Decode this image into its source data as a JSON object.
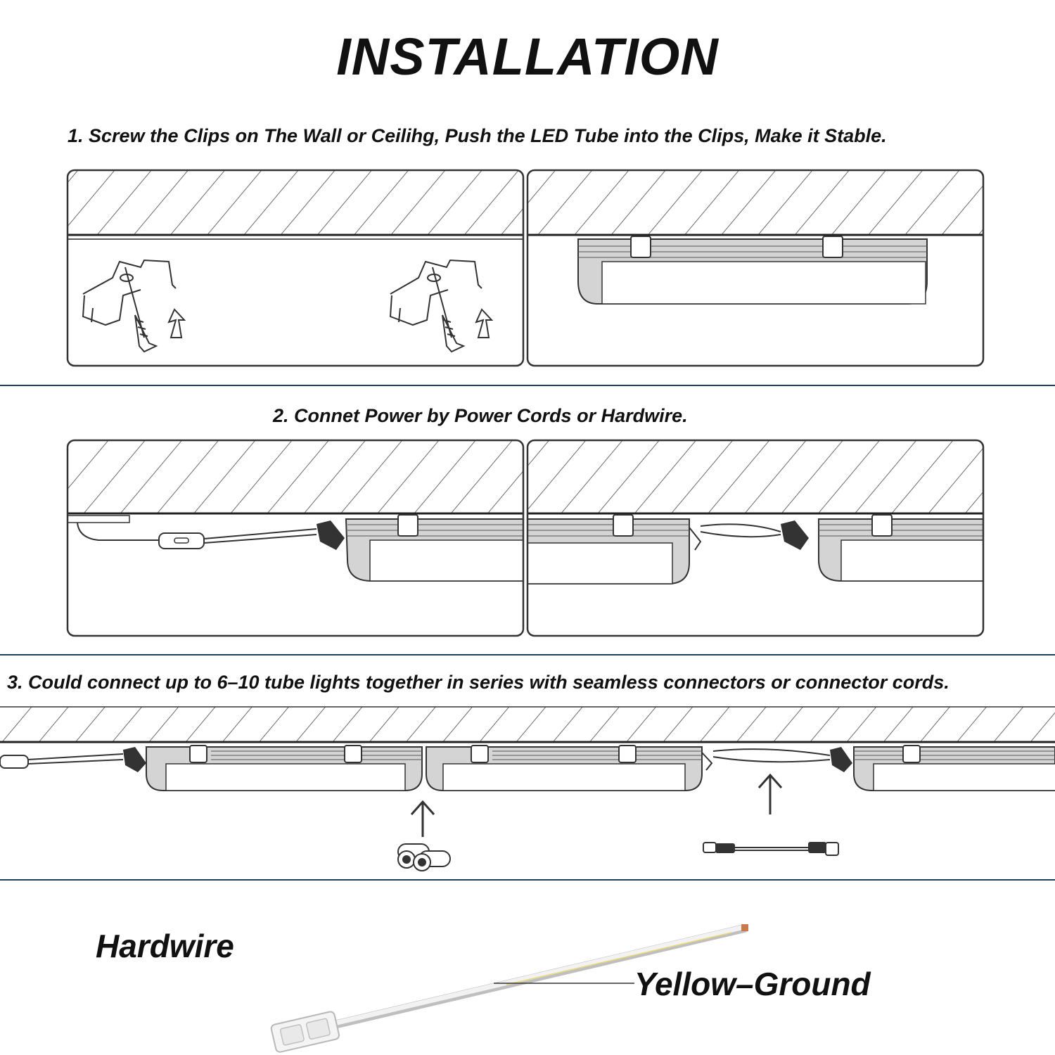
{
  "title": "INSTALLATION",
  "steps": [
    {
      "text": "1. Screw the Clips on The Wall or Ceilihg, Push the LED Tube into the Clips, Make it Stable."
    },
    {
      "text": "2. Connet Power by Power Cords or Hardwire."
    },
    {
      "text": "3. Could connect up to 6–10 tube lights together in series with seamless connectors or connector cords."
    }
  ],
  "hardwire": {
    "label": "Hardwire",
    "wire_label": "Yellow–Ground"
  },
  "colors": {
    "divider": "#1f3f5a",
    "tube_shell": "#d4d4d4",
    "ink": "#111111"
  }
}
